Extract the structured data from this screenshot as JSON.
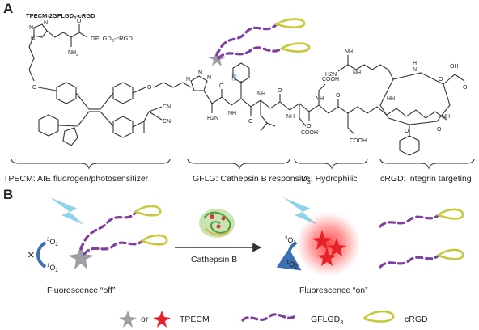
{
  "panel_a": {
    "letter": "A",
    "compound_name": "TPECM-2GFLGD",
    "compound_sub": "3",
    "compound_suffix": "-cRGD",
    "struct_label_main": "GFLGD",
    "struct_label_sub": "3",
    "struct_label_suffix": "-cRGD",
    "amine_label": "NH",
    "amine_sub": "2",
    "triple_bar": "|||",
    "atoms": {
      "n": "N",
      "nh": "NH",
      "h2n": "H2N",
      "o": "O",
      "cn": "CN",
      "cooh": "COOH",
      "hn": "HN",
      "nh2": "NH2",
      "h": "H"
    },
    "segments": [
      {
        "main": "TPECM: AIE fluorogen/photosensitizer",
        "sub": "",
        "rest": ""
      },
      {
        "main": "GFLG: Cathepsin B responsive",
        "sub": "",
        "rest": ""
      },
      {
        "main": "D",
        "sub": "3",
        "rest": ": Hydrophilic"
      },
      {
        "main": "cRGD: integrin targeting",
        "sub": "",
        "rest": ""
      }
    ]
  },
  "panel_b": {
    "letter": "B",
    "oxygen_triplet": {
      "pre": "3",
      "main": "O",
      "sub": "2"
    },
    "oxygen_singlet": {
      "pre": "1",
      "main": "O",
      "sub": "2"
    },
    "blocked_mark": "×",
    "enzyme_label": "Cathepsin B",
    "state_off": "Fluorescence “off”",
    "state_on": "Fluorescence “on”"
  },
  "legend": {
    "or_label": "or",
    "tpecm_label": "TPECM",
    "peptide_main": "GFLGD",
    "peptide_sub": "3",
    "crgd_label": "cRGD"
  },
  "colors": {
    "star_gray": "#9e9ea4",
    "star_red": "#e8202a",
    "glow_red": "#ff3b3b",
    "peptide_purple": "#7e3f9e",
    "peptide_orange": "#f08a2a",
    "peptide_magenta": "#d1338f",
    "crgd_yellow": "#c8c83c",
    "lightning": "#8ed3ea",
    "arrow_blue": "#3d6fb3"
  }
}
